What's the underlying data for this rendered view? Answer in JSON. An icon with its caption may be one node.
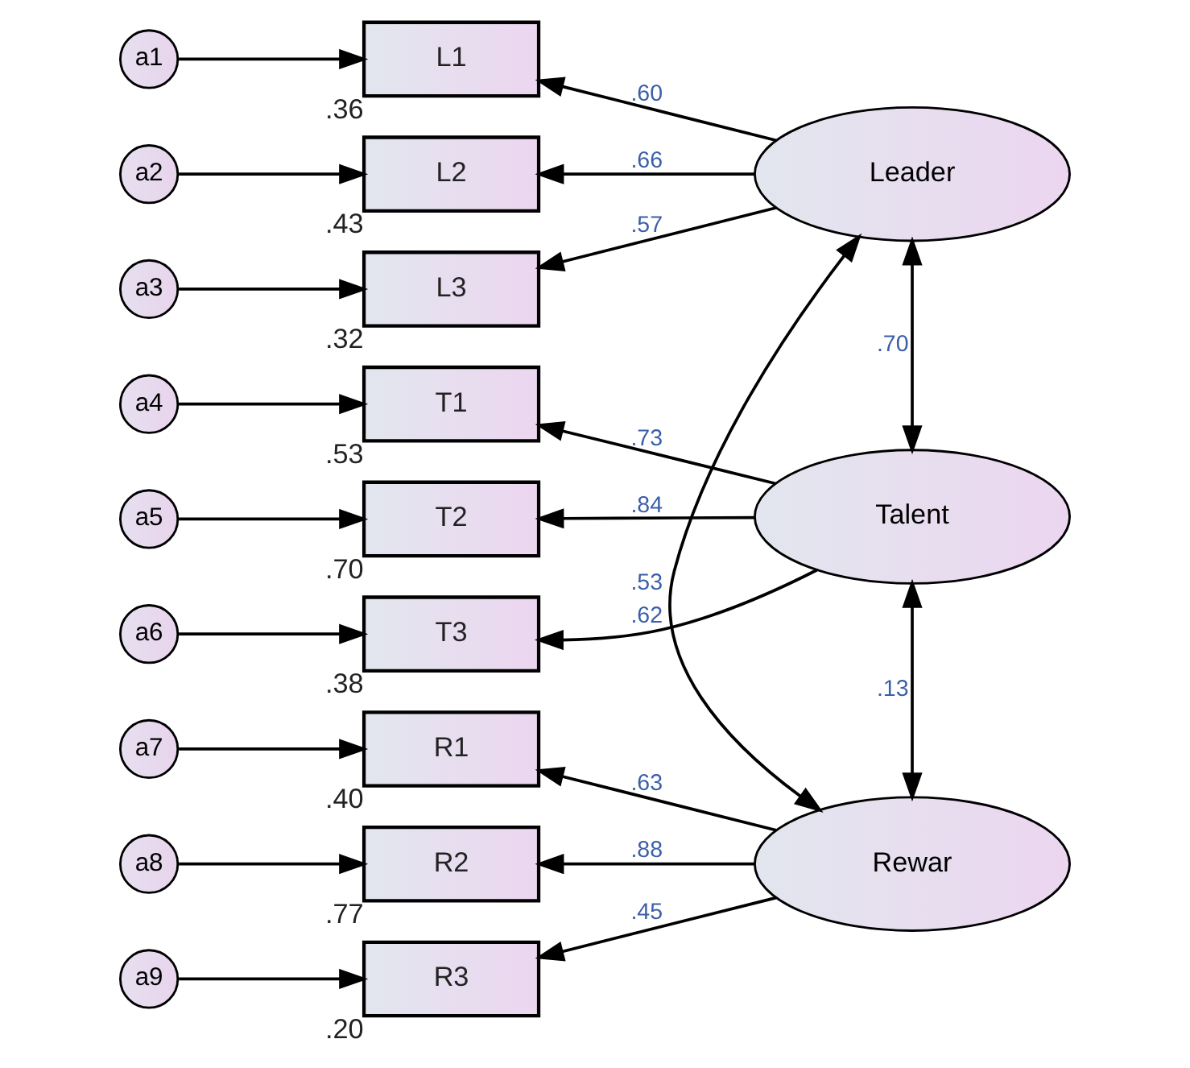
{
  "diagram": {
    "nodes": [
      {
        "text": [
          "a1"
        ]
      },
      {
        "text": [
          "a2"
        ]
      },
      {
        "text": [
          "a3"
        ]
      },
      {
        "text": [
          "a4"
        ]
      },
      {
        "text": [
          "a5"
        ]
      },
      {
        "text": [
          "a6"
        ]
      },
      {
        "text": [
          "a7"
        ]
      },
      {
        "text": [
          "a8"
        ]
      },
      {
        "text": [
          "a9"
        ]
      },
      {
        "text": [
          "L1"
        ],
        "beside": [
          ".36"
        ]
      },
      {
        "text": [
          "L2"
        ],
        "beside": [
          ".43"
        ]
      },
      {
        "text": [
          "L3"
        ],
        "beside": [
          ".32"
        ]
      },
      {
        "text": [
          "T1"
        ],
        "beside": [
          ".53"
        ]
      },
      {
        "text": [
          "T2"
        ],
        "beside": [
          ".70"
        ]
      },
      {
        "text": [
          "T3"
        ],
        "beside": [
          ".38"
        ]
      },
      {
        "text": [
          "R1"
        ],
        "beside": [
          ".40"
        ]
      },
      {
        "text": [
          "R2"
        ],
        "beside": [
          ".77"
        ]
      },
      {
        "text": [
          "R3"
        ],
        "beside": [
          ".20"
        ]
      },
      {
        "text": [
          "Leader"
        ]
      },
      {
        "text": [
          "Talent"
        ]
      },
      {
        "text": [
          "Rewar"
        ]
      }
    ],
    "edges": [
      {
        "from": 0,
        "to": 9,
        "arrow": "to"
      },
      {
        "from": 1,
        "to": 10,
        "arrow": "to"
      },
      {
        "from": 2,
        "to": 11,
        "arrow": "to"
      },
      {
        "from": 3,
        "to": 12,
        "arrow": "to"
      },
      {
        "from": 4,
        "to": 13,
        "arrow": "to"
      },
      {
        "from": 5,
        "to": 14,
        "arrow": "to"
      },
      {
        "from": 6,
        "to": 15,
        "arrow": "to"
      },
      {
        "from": 7,
        "to": 16,
        "arrow": "to"
      },
      {
        "from": 8,
        "to": 17,
        "arrow": "to"
      },
      {
        "from": 18,
        "to": 9,
        "arrow": "to",
        "label": ".60"
      },
      {
        "from": 18,
        "to": 10,
        "arrow": "to",
        "label": ".66"
      },
      {
        "from": 18,
        "to": 11,
        "arrow": "to",
        "label": ".57"
      },
      {
        "from": 19,
        "to": 12,
        "arrow": "to",
        "label": ".73"
      },
      {
        "from": 19,
        "to": 13,
        "arrow": "to",
        "label": ".84"
      },
      {
        "from": 19,
        "to": 14,
        "arrow": "to",
        "label": ".62"
      },
      {
        "from": 20,
        "to": 15,
        "arrow": "to",
        "label": ".63"
      },
      {
        "from": 20,
        "to": 16,
        "arrow": "to",
        "label": ".88"
      },
      {
        "from": 20,
        "to": 17,
        "arrow": "to",
        "label": ".45"
      },
      {
        "from": 18,
        "to": 19,
        "arrow": "both",
        "label": ".70"
      },
      {
        "from": 18,
        "to": 20,
        "arrow": "both",
        "label": ".53"
      },
      {
        "from": 19,
        "to": 20,
        "arrow": "both",
        "label": ".13"
      }
    ]
  }
}
